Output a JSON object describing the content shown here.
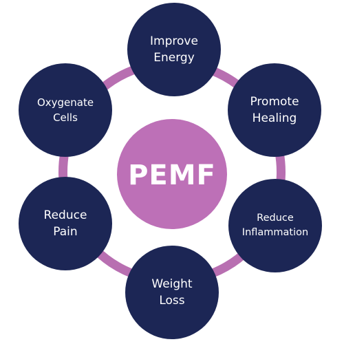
{
  "center": {
    "label": "PEMF"
  },
  "benefits": [
    {
      "label": "Improve\nEnergy"
    },
    {
      "label": "Promote\nHealing"
    },
    {
      "label": "Reduce\nInflammation"
    },
    {
      "label": "Weight\nLoss"
    },
    {
      "label": "Reduce\nPain"
    },
    {
      "label": "Oxygenate\nCells"
    }
  ],
  "colors": {
    "node_fill": "#1c2655",
    "center_fill": "#bd70b7",
    "ring_stroke": "#b86fb1",
    "text": "#ffffff"
  }
}
